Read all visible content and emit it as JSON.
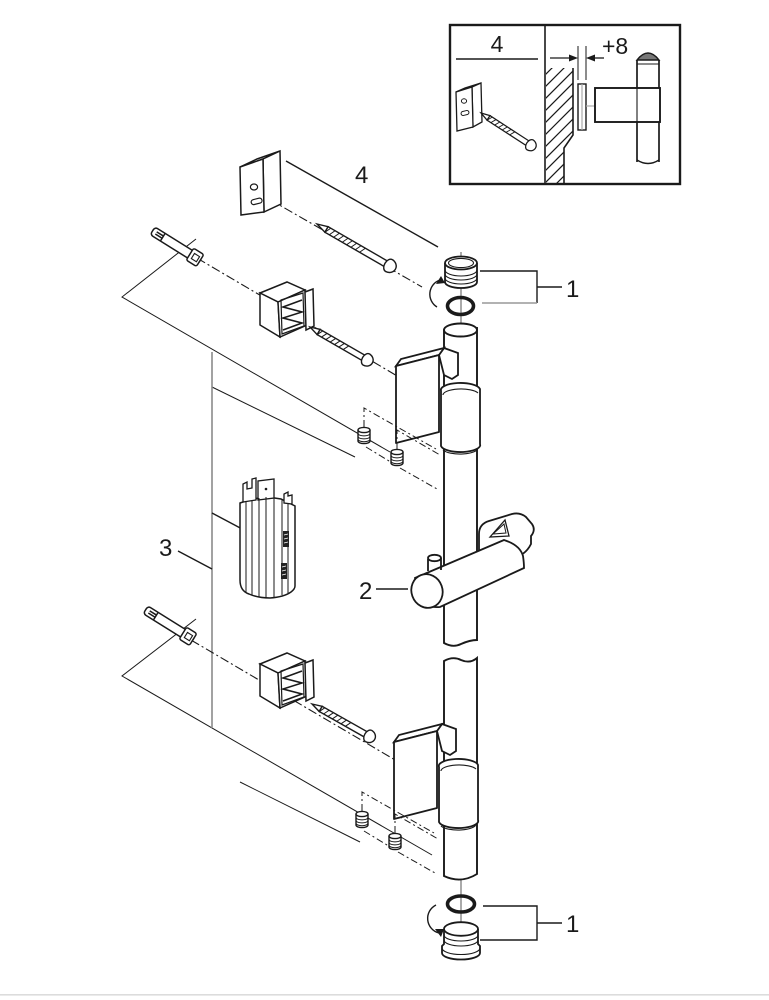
{
  "diagram": {
    "background": "#ffffff",
    "line_color": "#1a1a1a",
    "gray_line_color": "#8a8a8a",
    "footer_rule_color": "#dcdcdc",
    "callout_labels": {
      "top_end_cap": "1",
      "bottom_end_cap": "1",
      "glide_holder": "2",
      "cover": "3",
      "fixing_kit": "4"
    },
    "inset": {
      "kit_label": "4",
      "offset_dimension": "+8"
    },
    "parts_semantics": {
      "1": "end-cap-with-o-ring",
      "2": "glide-holder",
      "3": "cover-sleeve",
      "4": "spacer-plate-with-screw"
    }
  }
}
